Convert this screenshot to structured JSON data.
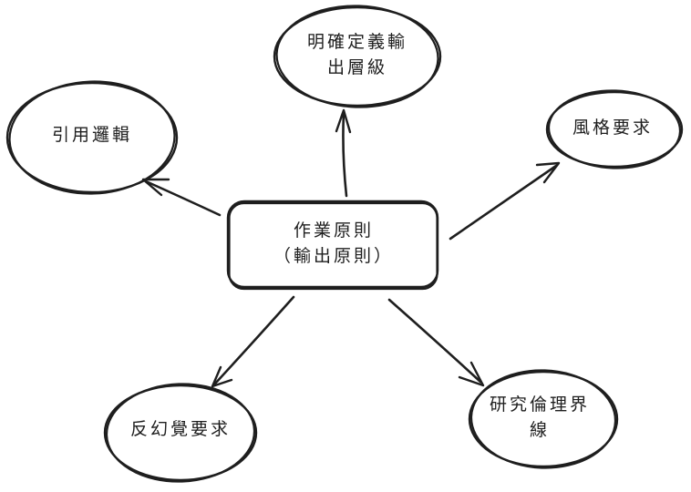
{
  "colors": {
    "background": "#ffffff",
    "stroke": "#1e1e1e",
    "text": "#1e1e1e"
  },
  "nodes": {
    "center": {
      "shape": "rounded-rectangle",
      "lines": [
        "作業原則",
        "（輸出原則）"
      ]
    },
    "top": {
      "shape": "ellipse",
      "lines": [
        "明確定義輸",
        "出層級"
      ]
    },
    "left": {
      "shape": "ellipse",
      "lines": [
        "引用邏輯"
      ]
    },
    "right": {
      "shape": "ellipse",
      "lines": [
        "風格要求"
      ]
    },
    "bottom_left": {
      "shape": "ellipse",
      "lines": [
        "反幻覺要求"
      ]
    },
    "bottom_right": {
      "shape": "ellipse",
      "lines": [
        "研究倫理界",
        "線"
      ]
    }
  },
  "edges": [
    {
      "from": "center",
      "to": "top"
    },
    {
      "from": "center",
      "to": "left"
    },
    {
      "from": "center",
      "to": "right"
    },
    {
      "from": "center",
      "to": "bottom_left"
    },
    {
      "from": "center",
      "to": "bottom_right"
    }
  ]
}
